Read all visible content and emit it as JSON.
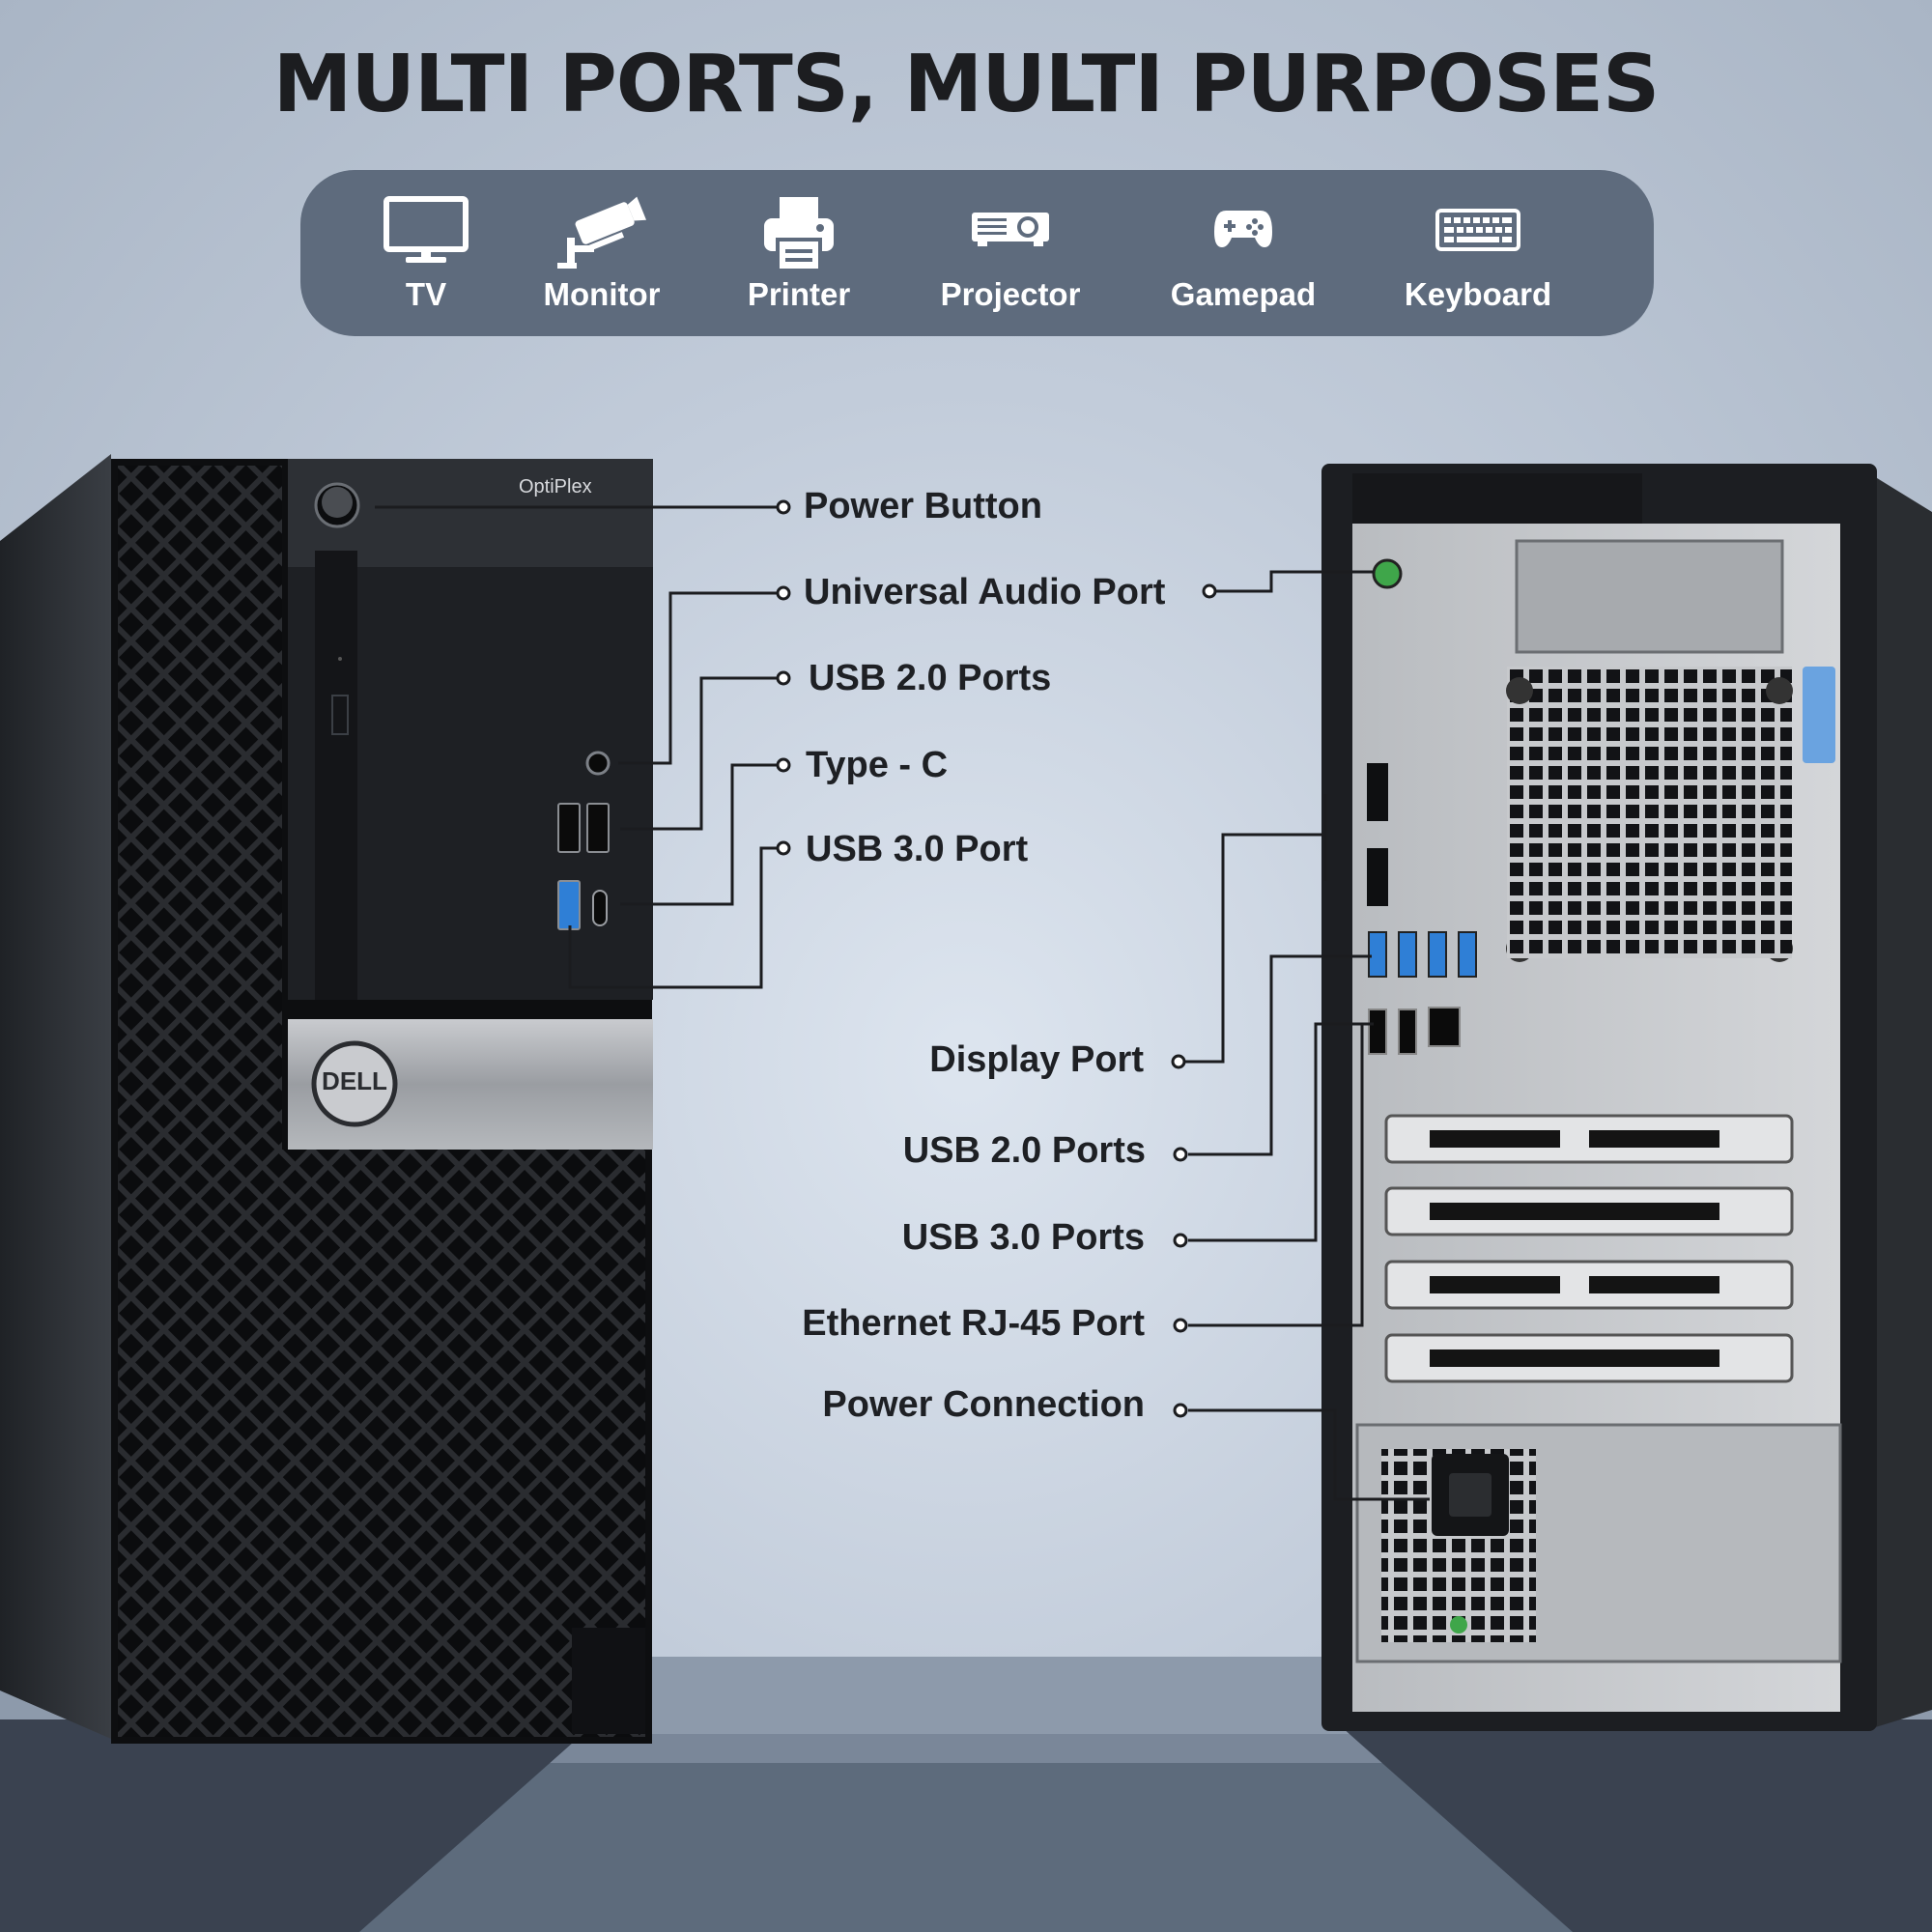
{
  "title": "MULTI PORTS, MULTI PURPOSES",
  "devices": [
    {
      "label": "TV",
      "icon": "tv-icon"
    },
    {
      "label": "Monitor",
      "icon": "security-camera-icon"
    },
    {
      "label": "Printer",
      "icon": "printer-icon"
    },
    {
      "label": "Projector",
      "icon": "projector-icon"
    },
    {
      "label": "Gamepad",
      "icon": "gamepad-icon"
    },
    {
      "label": "Keyboard",
      "icon": "keyboard-icon"
    }
  ],
  "front": {
    "brand_label": "OptiPlex",
    "logo_text": "DELL",
    "callouts": [
      "Power Button",
      "Universal Audio Port",
      "USB 2.0 Ports",
      "Type - C",
      "USB 3.0 Port"
    ]
  },
  "rear": {
    "callouts": [
      "Display Port",
      "USB 2.0 Ports",
      "USB 3.0 Ports",
      "Ethernet RJ-45 Port",
      "Power Connection"
    ]
  },
  "colors": {
    "accent_bar": "#5e6b7d",
    "usb3_blue": "#2f7fd6",
    "audio_green": "#3fa64a",
    "latch_blue": "#6aa3e0"
  }
}
